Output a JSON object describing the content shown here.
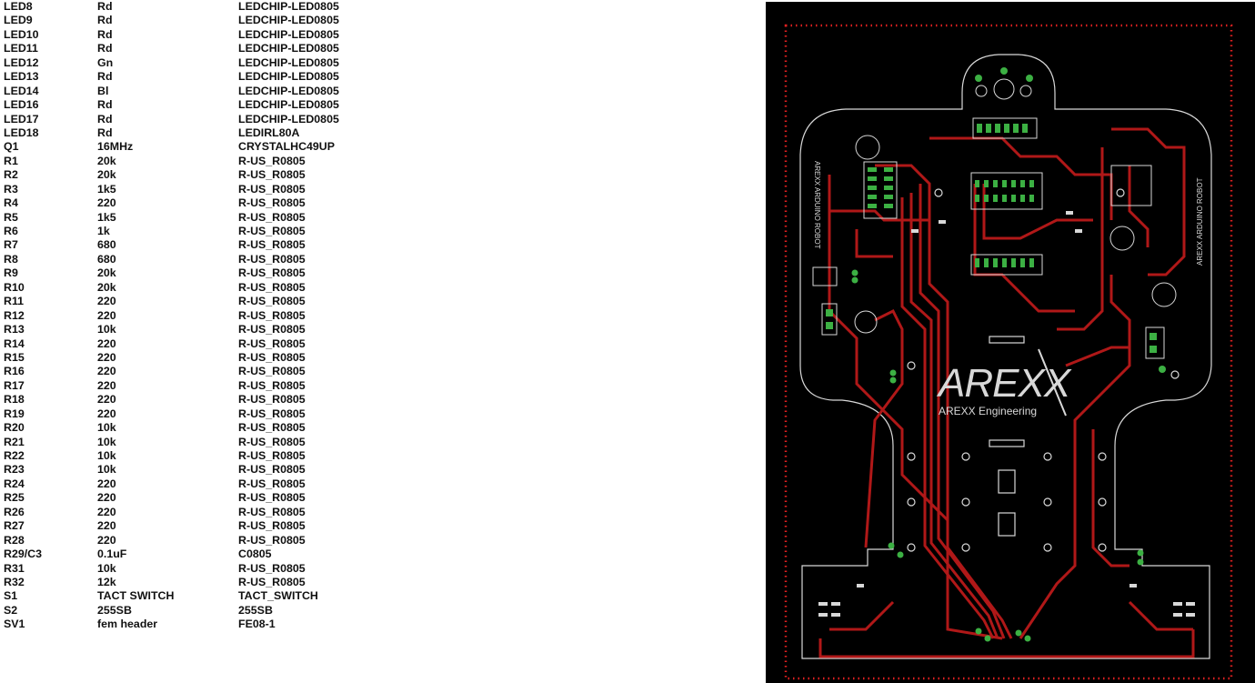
{
  "bom": {
    "rows": [
      {
        "part": "LED8",
        "value": "Rd",
        "package": "LEDCHIP-LED0805"
      },
      {
        "part": "LED9",
        "value": "Rd",
        "package": "LEDCHIP-LED0805"
      },
      {
        "part": "LED10",
        "value": "Rd",
        "package": "LEDCHIP-LED0805"
      },
      {
        "part": "LED11",
        "value": "Rd",
        "package": "LEDCHIP-LED0805"
      },
      {
        "part": "LED12",
        "value": "Gn",
        "package": "LEDCHIP-LED0805"
      },
      {
        "part": "LED13",
        "value": "Rd",
        "package": "LEDCHIP-LED0805"
      },
      {
        "part": "LED14",
        "value": "Bl",
        "package": "LEDCHIP-LED0805"
      },
      {
        "part": "LED16",
        "value": "Rd",
        "package": "LEDCHIP-LED0805"
      },
      {
        "part": "LED17",
        "value": "Rd",
        "package": "LEDCHIP-LED0805"
      },
      {
        "part": "LED18",
        "value": "Rd",
        "package": "LEDIRL80A"
      },
      {
        "part": "Q1",
        "value": "16MHz",
        "package": "CRYSTALHC49UP"
      },
      {
        "part": "R1",
        "value": "20k",
        "package": "R-US_R0805"
      },
      {
        "part": "R2",
        "value": "20k",
        "package": "R-US_R0805"
      },
      {
        "part": "R3",
        "value": "1k5",
        "package": "R-US_R0805"
      },
      {
        "part": "R4",
        "value": "220",
        "package": "R-US_R0805"
      },
      {
        "part": "R5",
        "value": "1k5",
        "package": "R-US_R0805"
      },
      {
        "part": "R6",
        "value": "1k",
        "package": "R-US_R0805"
      },
      {
        "part": "R7",
        "value": "680",
        "package": "R-US_R0805"
      },
      {
        "part": "R8",
        "value": "680",
        "package": "R-US_R0805"
      },
      {
        "part": "R9",
        "value": "20k",
        "package": "R-US_R0805"
      },
      {
        "part": "R10",
        "value": "20k",
        "package": "R-US_R0805"
      },
      {
        "part": "R11",
        "value": "220",
        "package": "R-US_R0805"
      },
      {
        "part": "R12",
        "value": "220",
        "package": "R-US_R0805"
      },
      {
        "part": "R13",
        "value": "10k",
        "package": "R-US_R0805"
      },
      {
        "part": "R14",
        "value": "220",
        "package": "R-US_R0805"
      },
      {
        "part": "R15",
        "value": "220",
        "package": "R-US_R0805"
      },
      {
        "part": "R16",
        "value": "220",
        "package": "R-US_R0805"
      },
      {
        "part": "R17",
        "value": "220",
        "package": "R-US_R0805"
      },
      {
        "part": "R18",
        "value": "220",
        "package": "R-US_R0805"
      },
      {
        "part": "R19",
        "value": "220",
        "package": "R-US_R0805"
      },
      {
        "part": "R20",
        "value": "10k",
        "package": "R-US_R0805"
      },
      {
        "part": "R21",
        "value": "10k",
        "package": "R-US_R0805"
      },
      {
        "part": "R22",
        "value": "10k",
        "package": "R-US_R0805"
      },
      {
        "part": "R23",
        "value": "10k",
        "package": "R-US_R0805"
      },
      {
        "part": "R24",
        "value": "220",
        "package": "R-US_R0805"
      },
      {
        "part": "R25",
        "value": "220",
        "package": "R-US_R0805"
      },
      {
        "part": "R26",
        "value": "220",
        "package": "R-US_R0805"
      },
      {
        "part": "R27",
        "value": "220",
        "package": "R-US_R0805"
      },
      {
        "part": "R28",
        "value": "220",
        "package": "R-US_R0805"
      },
      {
        "part": "R29/C3",
        "value": "0.1uF",
        "package": "C0805"
      },
      {
        "part": "R31",
        "value": "10k",
        "package": "R-US_R0805"
      },
      {
        "part": "R32",
        "value": "12k",
        "package": "R-US_R0805"
      },
      {
        "part": "S1",
        "value": "TACT SWITCH",
        "package": "TACT_SWITCH"
      },
      {
        "part": "S2",
        "value": "255SB",
        "package": "255SB"
      },
      {
        "part": "SV1",
        "value": "fem header",
        "package": "FE08-1"
      }
    ]
  },
  "pcb": {
    "brand_logo": "AREXX",
    "brand_subtitle": "AREXX Engineering",
    "silkscreen_left": "AREXX ARDUINO ROBOT",
    "silkscreen_right": "AREXX ARDUINO ROBOT",
    "colors": {
      "background": "#000000",
      "trace": "#b01818",
      "pad": "#3cb043",
      "silkscreen": "#d8d8d8",
      "border_dots": "#e02020"
    }
  }
}
